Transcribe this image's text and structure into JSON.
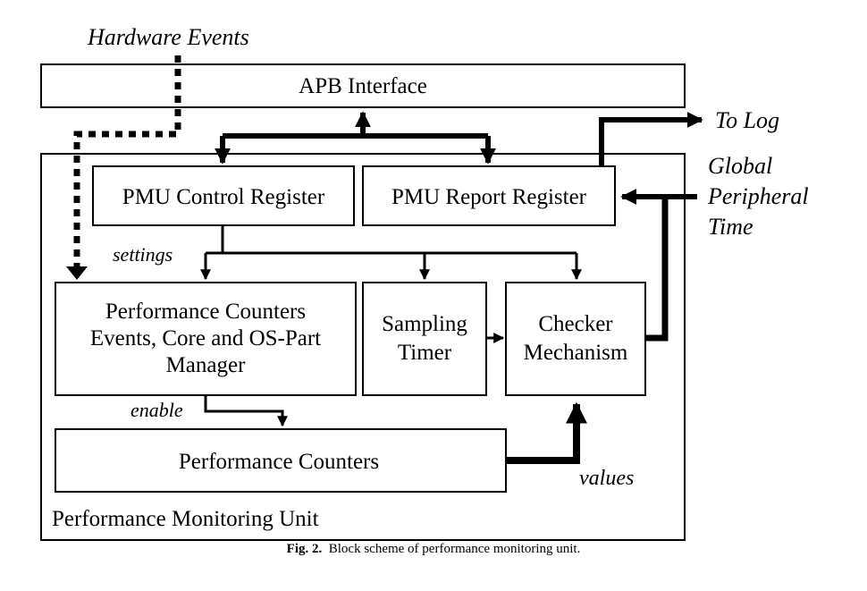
{
  "diagram": {
    "hardware_events": "Hardware Events",
    "apb_interface": "APB Interface",
    "to_log": "To Log",
    "global_time": [
      "Global",
      "Peripheral",
      "Time"
    ],
    "pmu_control_register": "PMU Control Register",
    "pmu_report_register": "PMU Report Register",
    "settings": "settings",
    "perf_manager": [
      "Performance Counters",
      "Events, Core and OS-Part",
      "Manager"
    ],
    "sampling_timer": [
      "Sampling",
      "Timer"
    ],
    "checker_mechanism": [
      "Checker",
      "Mechanism"
    ],
    "enable": "enable",
    "performance_counters": "Performance Counters",
    "values": "values",
    "pmu_title": "Performance Monitoring Unit"
  },
  "caption": {
    "label": "Fig. 2.",
    "text": "Block scheme of performance monitoring unit."
  }
}
